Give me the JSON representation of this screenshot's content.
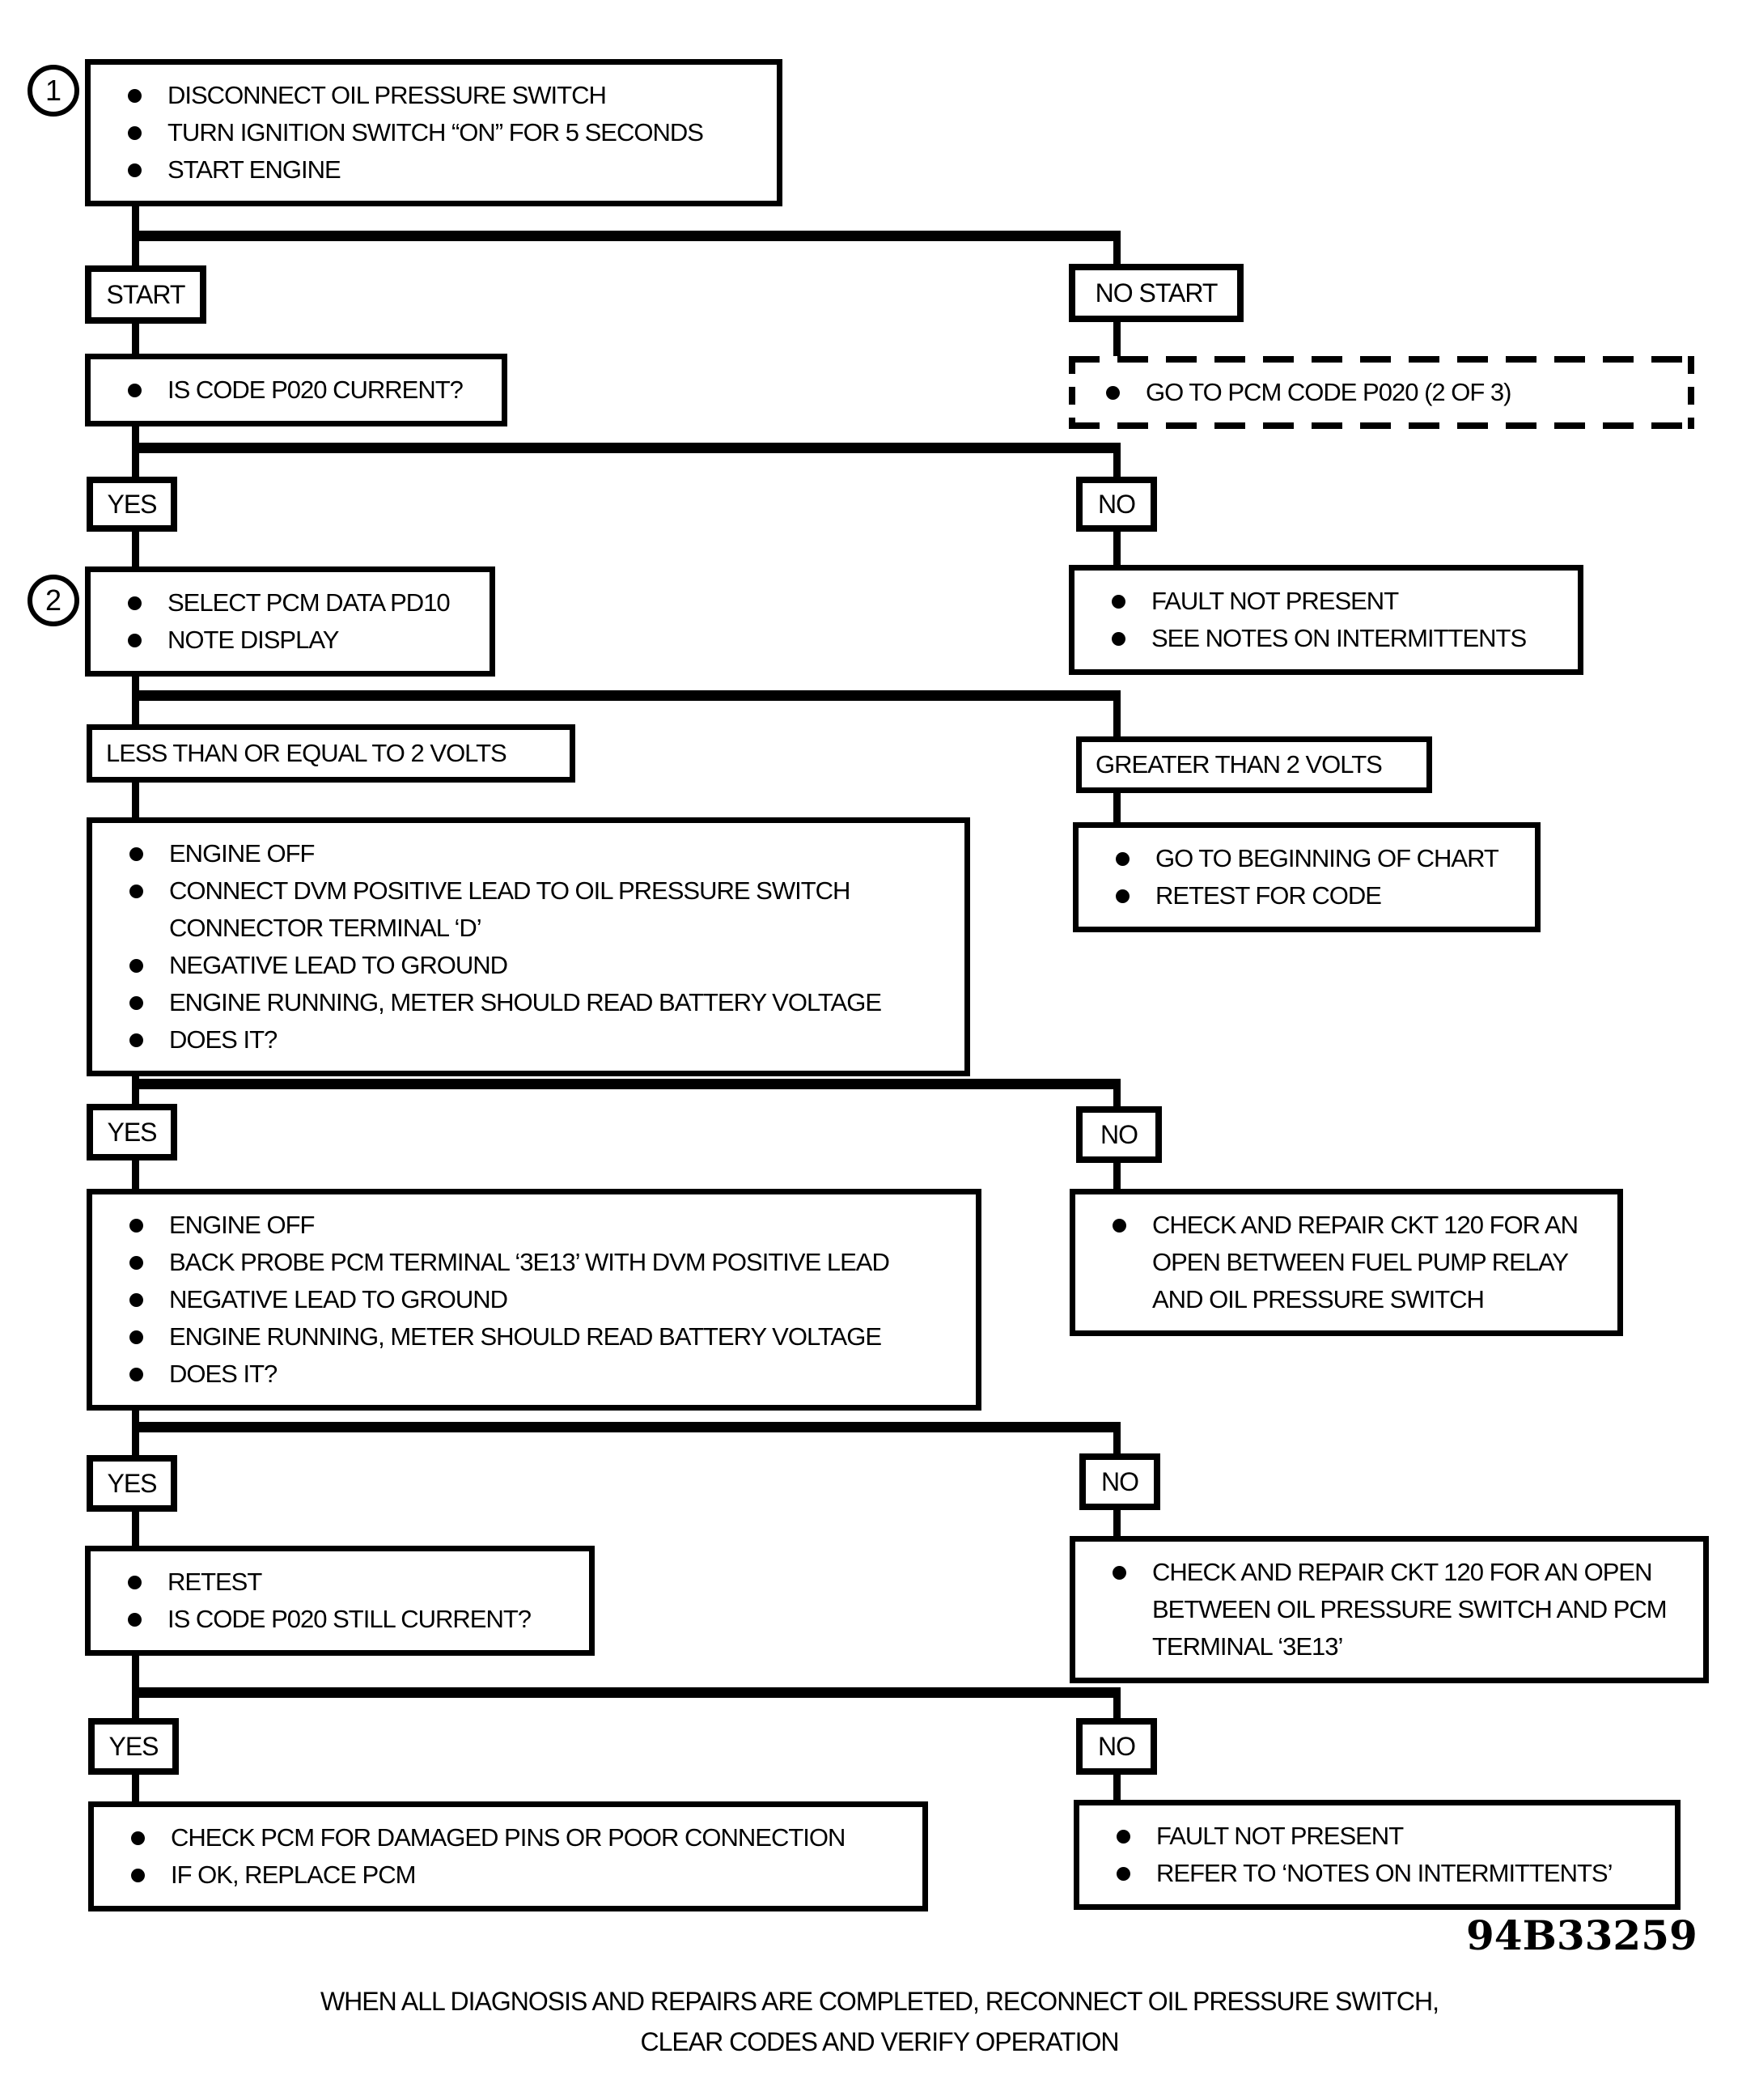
{
  "colors": {
    "ink": "#000000",
    "paper": "#ffffff"
  },
  "figure_code": "94B33259",
  "step_markers": [
    "1",
    "2"
  ],
  "footer": {
    "line1": "WHEN ALL DIAGNOSIS AND REPAIRS ARE COMPLETED, RECONNECT OIL PRESSURE SWITCH,",
    "line2": "CLEAR CODES AND VERIFY OPERATION"
  },
  "nodes": {
    "prep": {
      "bullets": [
        "DISCONNECT OIL PRESSURE SWITCH",
        "TURN IGNITION SWITCH “ON” FOR 5 SECONDS",
        "START ENGINE"
      ]
    },
    "start": {
      "label": "START"
    },
    "no_start": {
      "label": "NO START"
    },
    "code_current": {
      "bullets": [
        "IS CODE P020 CURRENT?"
      ]
    },
    "goto_p020": {
      "bullets": [
        "GO TO PCM CODE P020 (2 OF 3)"
      ]
    },
    "yes1": {
      "label": "YES"
    },
    "no1": {
      "label": "NO"
    },
    "select_pd10": {
      "bullets": [
        "SELECT PCM DATA PD10",
        "NOTE DISPLAY"
      ]
    },
    "fault_see_notes": {
      "bullets": [
        "FAULT NOT PRESENT",
        "SEE NOTES ON INTERMITTENTS"
      ]
    },
    "le_2v": {
      "label": "LESS THAN OR EQUAL TO 2 VOLTS"
    },
    "gt_2v": {
      "label": "GREATER THAN 2 VOLTS"
    },
    "dvm_check": {
      "bullets": [
        "ENGINE OFF",
        "CONNECT DVM POSITIVE LEAD TO OIL PRESSURE SWITCH",
        "CONNECTOR TERMINAL ‘D’",
        "NEGATIVE LEAD TO GROUND",
        "ENGINE RUNNING, METER SHOULD READ BATTERY VOLTAGE",
        "DOES IT?"
      ]
    },
    "goto_beginning": {
      "bullets": [
        "GO TO BEGINNING OF CHART",
        "RETEST FOR CODE"
      ]
    },
    "yes2": {
      "label": "YES"
    },
    "no2": {
      "label": "NO"
    },
    "backprobe_check": {
      "bullets": [
        "ENGINE OFF",
        "BACK PROBE PCM TERMINAL ‘3E13’ WITH DVM POSITIVE LEAD",
        "NEGATIVE LEAD TO GROUND",
        "ENGINE RUNNING, METER SHOULD READ BATTERY VOLTAGE",
        "DOES IT?"
      ]
    },
    "ckt120_fuel_pump": {
      "bullets": [
        "CHECK AND REPAIR CKT 120  FOR AN OPEN BETWEEN FUEL PUMP RELAY AND OIL PRESSURE SWITCH"
      ]
    },
    "yes3": {
      "label": "YES"
    },
    "no3": {
      "label": "NO"
    },
    "retest": {
      "bullets": [
        "RETEST",
        "IS CODE P020 STILL CURRENT?"
      ]
    },
    "ckt120_pcm": {
      "bullets": [
        "CHECK AND REPAIR CKT 120 FOR AN OPEN BETWEEN OIL PRESSURE SWITCH AND PCM TERMINAL ‘3E13’"
      ]
    },
    "yes4": {
      "label": "YES"
    },
    "no4": {
      "label": "NO"
    },
    "check_pcm": {
      "bullets": [
        "CHECK PCM FOR DAMAGED PINS OR POOR CONNECTION",
        "IF OK,  REPLACE PCM"
      ]
    },
    "fault_refer_notes": {
      "bullets": [
        "FAULT NOT PRESENT",
        "REFER TO ‘NOTES ON INTERMITTENTS’"
      ]
    }
  }
}
